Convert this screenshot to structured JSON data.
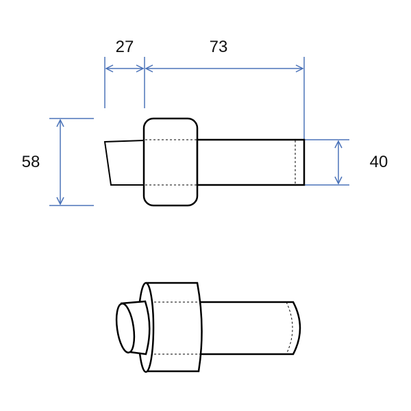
{
  "dimensions": {
    "width_left": "27",
    "width_shaft": "73",
    "height_block": "58",
    "height_shaft": "40"
  },
  "colors": {
    "dimension_line": "#4a72b8",
    "outline": "#000000"
  }
}
